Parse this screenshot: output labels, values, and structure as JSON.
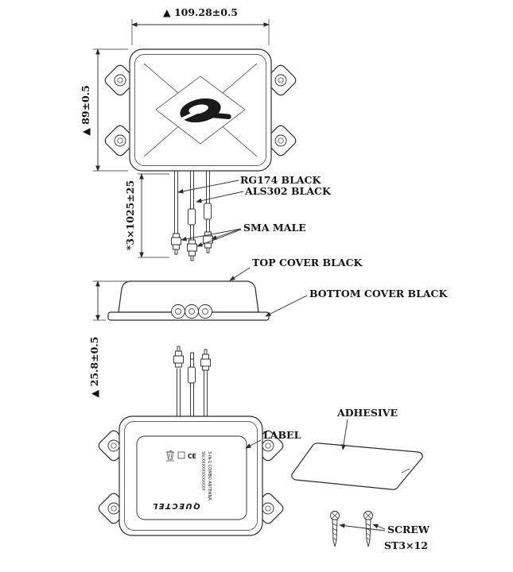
{
  "dimensions": {
    "width": "▲ 109.28±0.5",
    "height": "▲ 89±0.5",
    "cable_length": "*3×1025±25",
    "side_height": "▲ 25.8±0.5"
  },
  "callouts": {
    "rg174": "RG174 BLACK",
    "als302": "ALS302 BLACK",
    "sma_male": "SMA MALE",
    "top_cover": "TOP COVER BLACK",
    "bottom_cover": "BOTTOM COVER BLACK",
    "label": "LABEL",
    "adhesive": "ADHESIVE",
    "screw": "SCREW",
    "screw_spec": "ST3×12"
  },
  "product_label": {
    "brand": "QUECTEL",
    "ce_mark": "CE",
    "info_line_1": "SN:XXXXXXXXXXXX",
    "info_line_2": "3-IN-1 COMBO ANTENNA"
  },
  "colors": {
    "line": "#2b2b2b",
    "text": "#141414",
    "background": "#ffffff"
  }
}
